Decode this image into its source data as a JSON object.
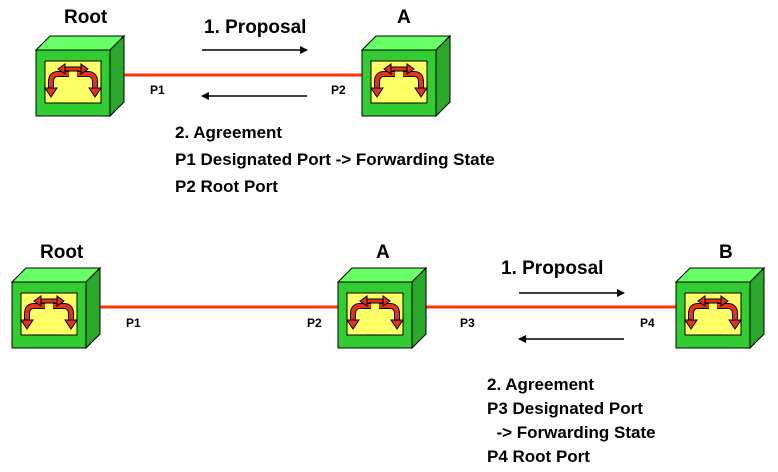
{
  "top_scenario": {
    "switches": [
      {
        "name": "Root"
      },
      {
        "name": "A"
      }
    ],
    "ports": [
      "P1",
      "P2"
    ],
    "proposal": "1. Proposal",
    "agreement_lines": [
      "2. Agreement",
      "P1 Designated Port -> Forwarding State",
      "P2 Root Port"
    ]
  },
  "bottom_scenario": {
    "switches": [
      {
        "name": "Root"
      },
      {
        "name": "A"
      },
      {
        "name": "B"
      }
    ],
    "ports": [
      "P1",
      "P2",
      "P3",
      "P4"
    ],
    "proposal": "1. Proposal",
    "agreement_lines": [
      "2. Agreement",
      "P3 Designated Port",
      "  -> Forwarding State",
      "P4 Root Port"
    ]
  },
  "colors": {
    "switch_front": "#33cc33",
    "switch_top": "#66ff66",
    "switch_side": "#2aa82a",
    "switch_panel": "#ffff66",
    "switch_arrows": "#e33222",
    "link": "#ff3300",
    "text": "#000000"
  }
}
